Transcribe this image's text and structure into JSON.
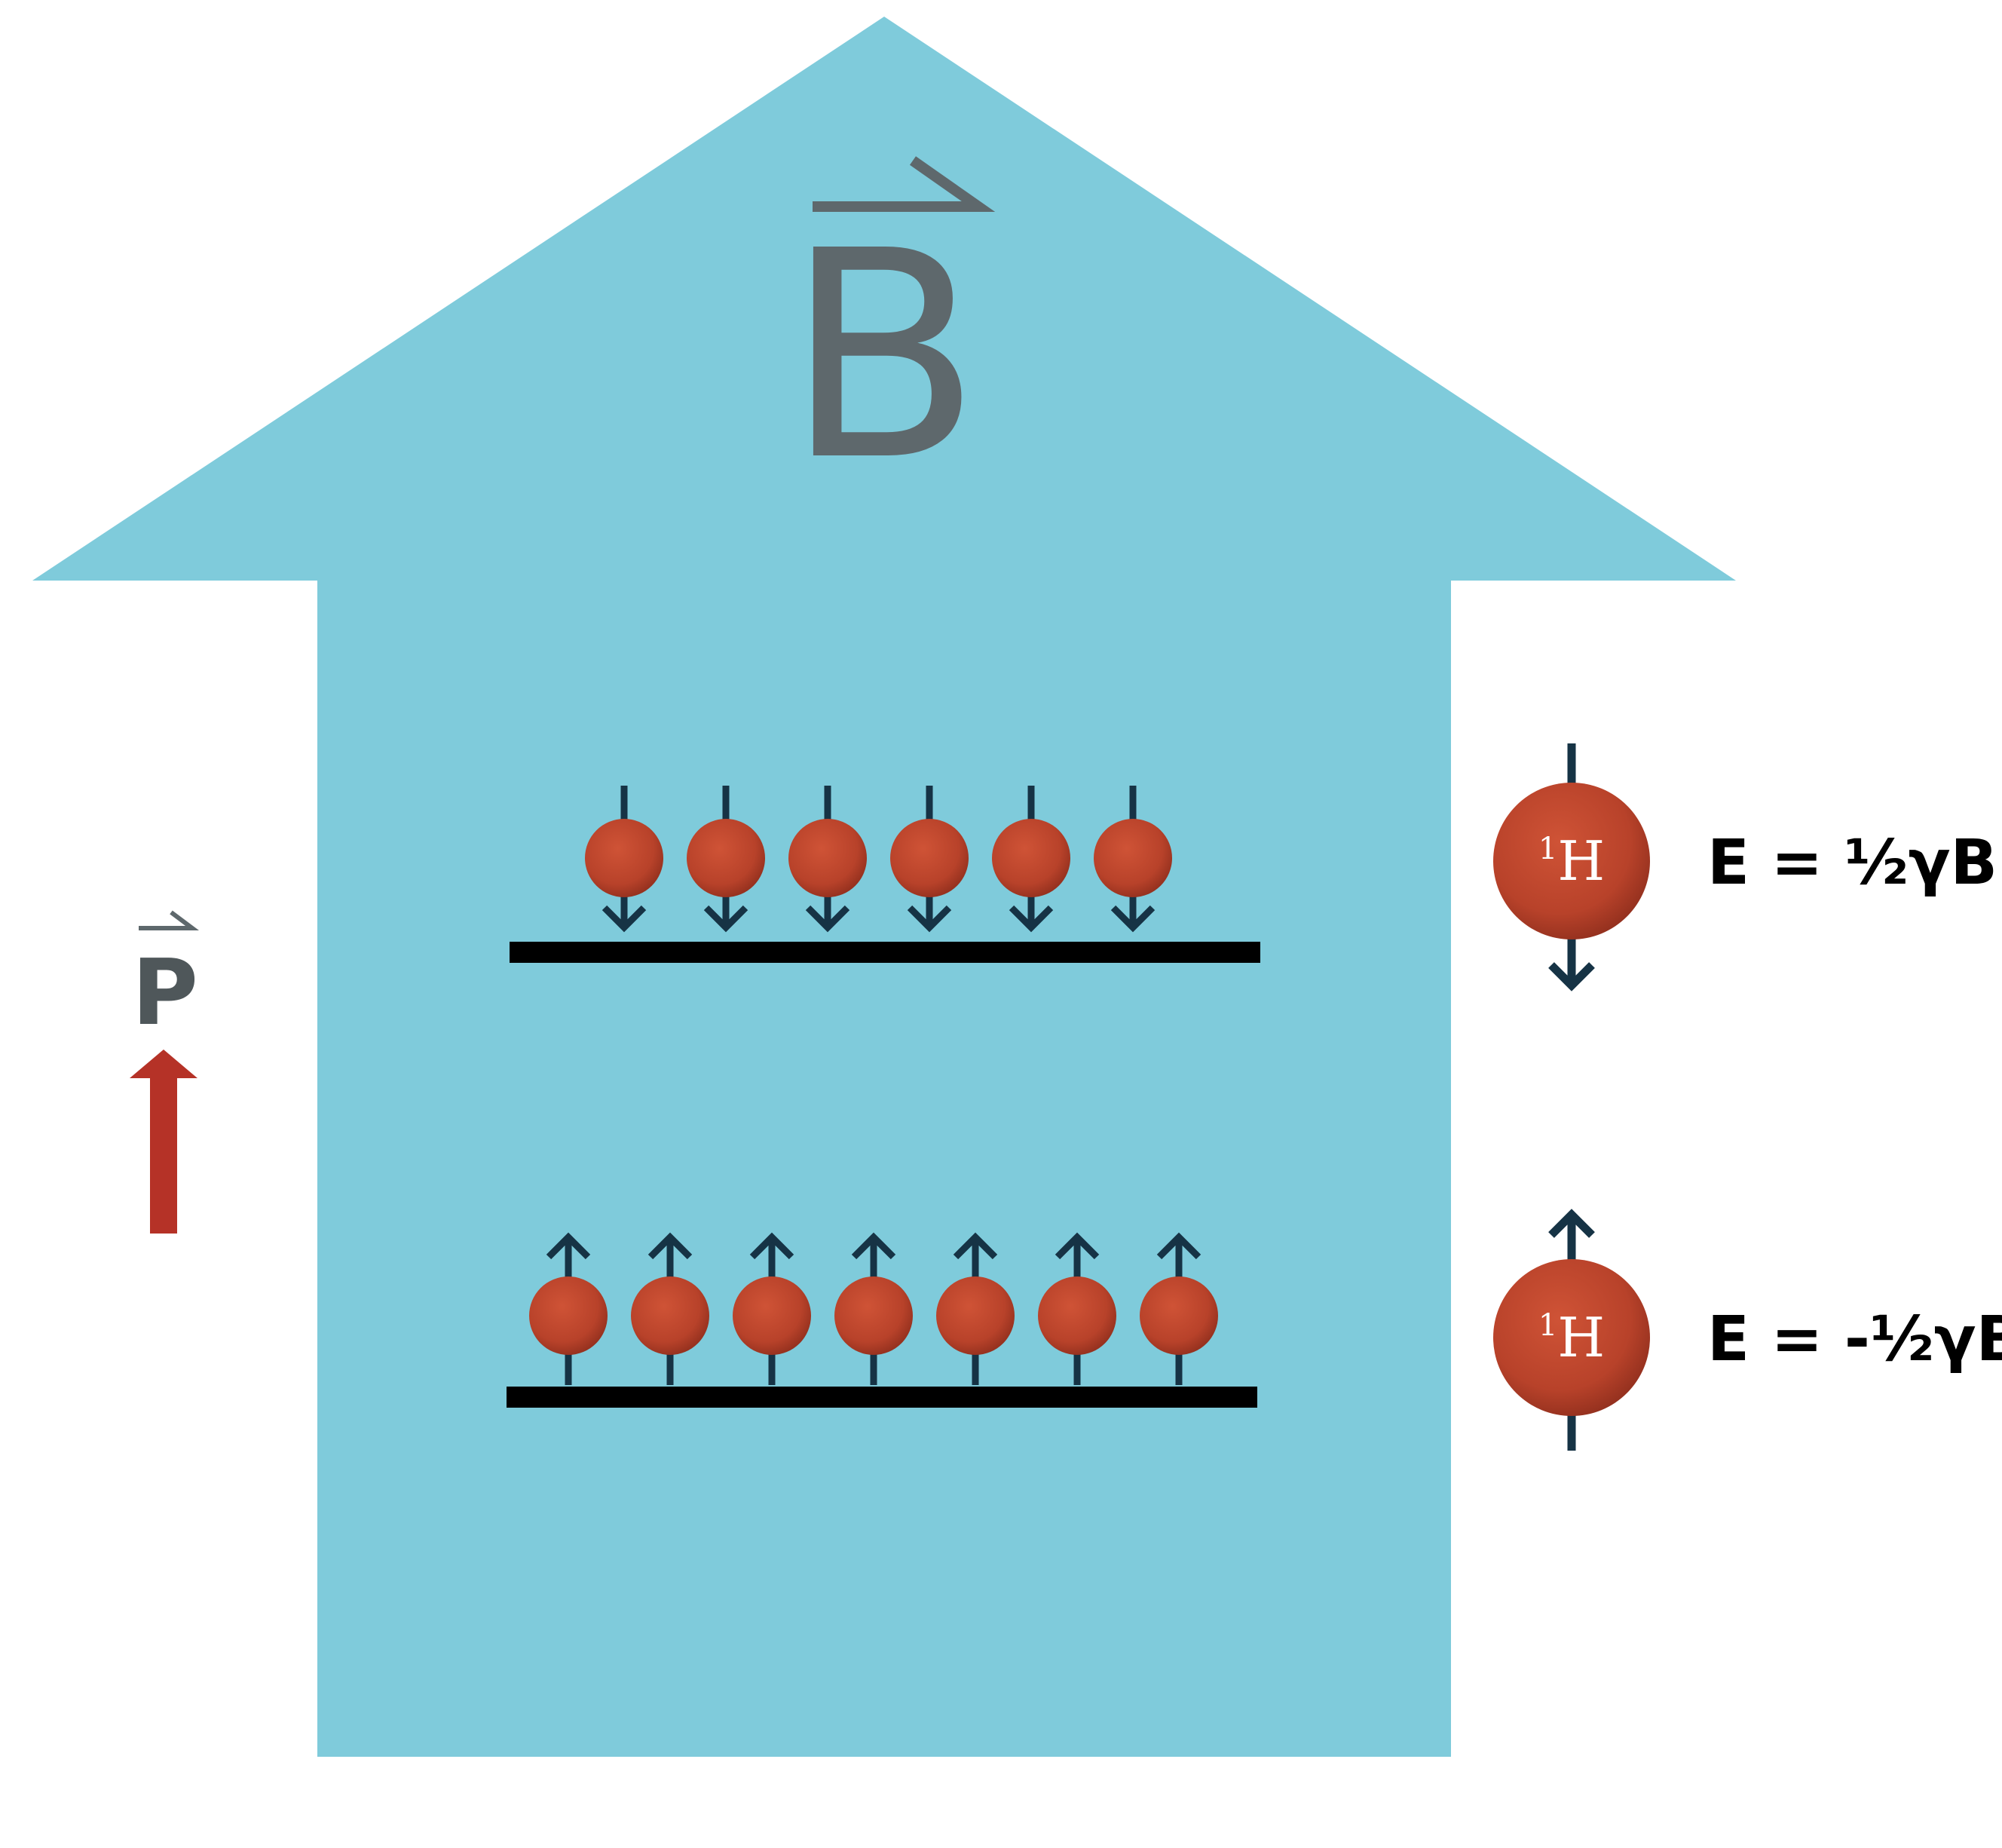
{
  "field": {
    "symbol": "B"
  },
  "polarization": {
    "symbol": "P"
  },
  "upper_level": {
    "spin": "down",
    "count": 6,
    "energy_label": "E = ½γB"
  },
  "lower_level": {
    "spin": "up",
    "count": 7,
    "energy_label": "E = -½γB"
  },
  "nucleus": {
    "superscript": "1",
    "element": "H"
  },
  "colors": {
    "field_arrow": "#7fcbdb",
    "nucleus": "#b8422a",
    "spin_arrow": "#163345",
    "level_line": "#000000",
    "polarization_arrow": "#b53227",
    "label_gray": "#5e686c"
  }
}
